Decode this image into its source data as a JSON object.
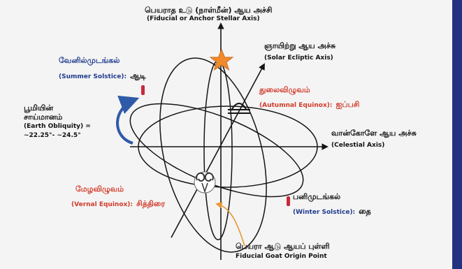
{
  "labels": {
    "fiducial_axis": {
      "tamil": "பெயராத உடு (நாள்மீன்) ஆய அச்சி",
      "english": "(Fiducial or Anchor Stellar Axis)"
    },
    "solar_ecliptic": {
      "tamil": "ஞாயிற்று ஆய அச்சு",
      "english": "(Solar Ecliptic Axis)"
    },
    "summer_solstice": {
      "tamil": "வேனில்முடங்கல்",
      "english": "(Summer Solstice):",
      "tamil_month": "ஆடி"
    },
    "autumnal_equinox": {
      "tamil": "துலைவிழுவம்",
      "english": "(Autumnal Equinox):",
      "tamil_month": "ஐப்பசி"
    },
    "earth_obliquity": {
      "tamil_line1": "பூமியின்",
      "tamil_line2": "சாய்மானம்",
      "english": "(Earth Obliquity) =",
      "range": "~22.25°- ~24.5°"
    },
    "celestial_axis": {
      "tamil": "வான்கோளே ஆய அச்சு",
      "english": "(Celestial Axis)"
    },
    "vernal_equinox": {
      "tamil": "மேழவிழுவம்",
      "english": "(Vernal Equinox):",
      "tamil_month": "சித்திரை"
    },
    "winter_solstice": {
      "tamil": "பனிமுடங்கல்",
      "english": "(Winter Solstice):",
      "tamil_month": "தை"
    },
    "goat_origin": {
      "tamil": "பெயரா ஆடு ஆயப் புள்ளி",
      "english": "Fiducial Goat Origin Point"
    }
  },
  "colors": {
    "background": "#f4f4f4",
    "line": "#151515",
    "star": "#f08a2c",
    "red_label": "#d23a2a",
    "blue_label": "#1f3c8e",
    "obliquity_arc": "#2f5aa8",
    "solstice_marker": "#c8283c",
    "goat_arrow": "#e8962f",
    "side_bar": "#24317f"
  },
  "icons": {
    "star": "star-icon",
    "libra": "libra-symbol-icon",
    "aries": "ram-head-icon"
  }
}
